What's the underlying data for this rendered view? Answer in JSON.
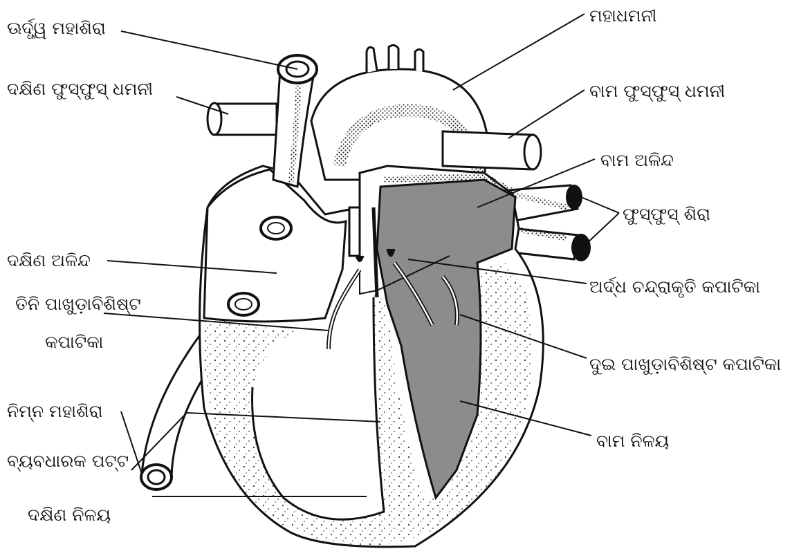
{
  "labels": {
    "superior_vena_cava": "ଊର୍ଦ୍ଧ୍ୱ ମହାଶିରା",
    "right_pulmonary_artery": "ଦକ୍ଷିଣ ଫୁସ୍‌ଫୁସ୍ ଧମନୀ",
    "right_atrium": "ଦକ୍ଷିଣ ଅଳିନ୍ଦ",
    "tricuspid_valve_line1": "ତିନି ପାଖୁଡ଼ାବିଶିଷ୍ଟ",
    "tricuspid_valve_line2": "କପାଟିକା",
    "inferior_vena_cava": "ନିମ୍ନ ମହାଶିରା",
    "septum": "ବ୍ୟବଧାରକ ପଟ୍ଟ",
    "right_ventricle": "ଦକ୍ଷିଣ ନିଳୟ",
    "aorta": "ମହାଧମନୀ",
    "left_pulmonary_artery": "ବାମ ଫୁସ୍‌ଫୁସ୍ ଧମନୀ",
    "left_atrium": "ବାମ ଅଳିନ୍ଦ",
    "pulmonary_veins": "ଫୁସ୍‌ଫୁସ୍ ଶିରା",
    "semilunar_valve": "ଅର୍ଦ୍ଧ ଚନ୍ଦ୍ରାକୃତି କପାଟିକା",
    "bicuspid_valve": "ଦୁଇ ପାଖୁଡ଼ାବିଶିଷ୍ଟ କପାଟିକା",
    "left_ventricle": "ବାମ ନିଳୟ"
  },
  "colors": {
    "line": "#111111",
    "left_heart_fill": "#8c8c8c",
    "background": "#ffffff"
  }
}
